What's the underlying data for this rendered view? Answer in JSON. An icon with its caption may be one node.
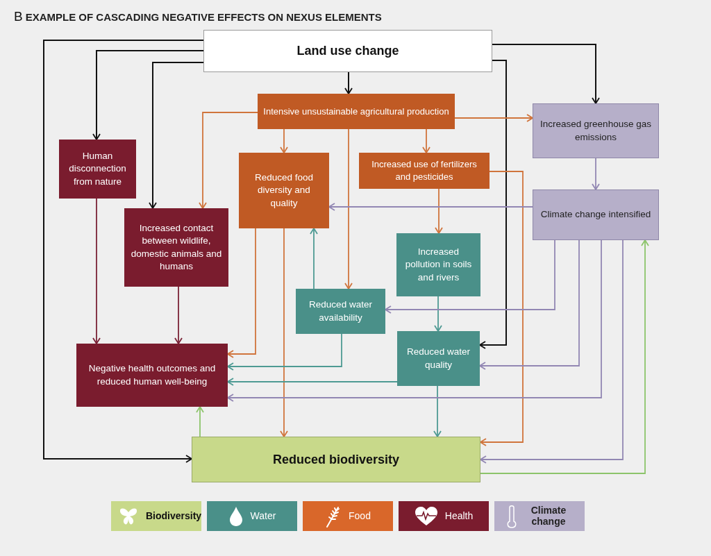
{
  "diagram": {
    "title": "EXAMPLE OF CASCADING NEGATIVE EFFECTS ON NEXUS ELEMENTS",
    "nodes": [
      {
        "text": [
          "Land use change"
        ]
      },
      {
        "text": [
          "Intensive unsustainable agricultural production"
        ]
      },
      {
        "text": [
          "Increased greenhouse gas emissions"
        ]
      },
      {
        "text": [
          "Human disconnection from nature"
        ]
      },
      {
        "text": [
          "Reduced food diversity and quality"
        ]
      },
      {
        "text": [
          "Increased use of fertilizers and pesticides"
        ]
      },
      {
        "text": [
          "Climate change intensified"
        ]
      },
      {
        "text": [
          "Increased contact between wildlife, domestic animals and humans"
        ]
      },
      {
        "text": [
          "Increased pollution in soils and rivers"
        ]
      },
      {
        "text": [
          "Reduced water availability"
        ]
      },
      {
        "text": [
          "Reduced water quality"
        ]
      },
      {
        "text": [
          "Negative health outcomes and reduced human well-being"
        ]
      },
      {
        "text": [
          "Reduced biodiversity"
        ]
      }
    ],
    "edges": [
      {
        "from": 0,
        "to": 3,
        "arrow": "to",
        "color": "#111111"
      },
      {
        "from": 0,
        "to": 7,
        "arrow": "to",
        "color": "#111111"
      },
      {
        "from": 0,
        "to": 12,
        "arrow": "to",
        "color": "#111111"
      },
      {
        "from": 0,
        "to": 1,
        "arrow": "to",
        "color": "#111111"
      },
      {
        "from": 0,
        "to": 2,
        "arrow": "to",
        "color": "#111111"
      },
      {
        "from": 0,
        "to": 10,
        "arrow": "to",
        "color": "#111111"
      },
      {
        "from": 1,
        "to": 7,
        "arrow": "to",
        "color": "#d0743c"
      },
      {
        "from": 1,
        "to": 4,
        "arrow": "to",
        "color": "#d0743c"
      },
      {
        "from": 1,
        "to": 9,
        "arrow": "to",
        "color": "#d0743c"
      },
      {
        "from": 1,
        "to": 5,
        "arrow": "to",
        "color": "#d0743c"
      },
      {
        "from": 1,
        "to": 2,
        "arrow": "to",
        "color": "#d0743c"
      },
      {
        "from": 4,
        "to": 11,
        "arrow": "to",
        "color": "#d0743c"
      },
      {
        "from": 4,
        "to": 12,
        "arrow": "to",
        "color": "#d0743c"
      },
      {
        "from": 5,
        "to": 8,
        "arrow": "to",
        "color": "#d0743c"
      },
      {
        "from": 5,
        "to": 12,
        "arrow": "to",
        "color": "#d0743c"
      },
      {
        "from": 9,
        "to": 4,
        "arrow": "to",
        "color": "#4e9a93"
      },
      {
        "from": 9,
        "to": 11,
        "arrow": "to",
        "color": "#4e9a93"
      },
      {
        "from": 8,
        "to": 10,
        "arrow": "to",
        "color": "#4e9a93"
      },
      {
        "from": 10,
        "to": 11,
        "arrow": "to",
        "color": "#4e9a93"
      },
      {
        "from": 10,
        "to": 12,
        "arrow": "to",
        "color": "#4e9a93"
      },
      {
        "from": 2,
        "to": 6,
        "arrow": "to",
        "color": "#9287b3"
      },
      {
        "from": 6,
        "to": 4,
        "arrow": "to",
        "color": "#9287b3"
      },
      {
        "from": 6,
        "to": 9,
        "arrow": "to",
        "color": "#9287b3"
      },
      {
        "from": 6,
        "to": 10,
        "arrow": "to",
        "color": "#9287b3"
      },
      {
        "from": 6,
        "to": 11,
        "arrow": "to",
        "color": "#9287b3"
      },
      {
        "from": 6,
        "to": 12,
        "arrow": "to",
        "color": "#9287b3"
      },
      {
        "from": 12,
        "to": 11,
        "arrow": "to",
        "color": "#8cc46a"
      },
      {
        "from": 12,
        "to": 6,
        "arrow": "to",
        "color": "#8cc46a"
      },
      {
        "from": 3,
        "to": 11,
        "arrow": "to",
        "color": "#7a2236"
      },
      {
        "from": 7,
        "to": 11,
        "arrow": "to",
        "color": "#7a2236"
      }
    ],
    "labels": [
      "B"
    ],
    "legend": [
      {
        "text": "Biodiversity",
        "color": "#c8d98a"
      },
      {
        "text": "Water",
        "color": "#4a9089"
      },
      {
        "text": "Food",
        "color": "#d9672a"
      },
      {
        "text": "Health",
        "color": "#7a1c2e"
      },
      {
        "text": "Climate change",
        "color": "#b6afc9"
      }
    ]
  }
}
